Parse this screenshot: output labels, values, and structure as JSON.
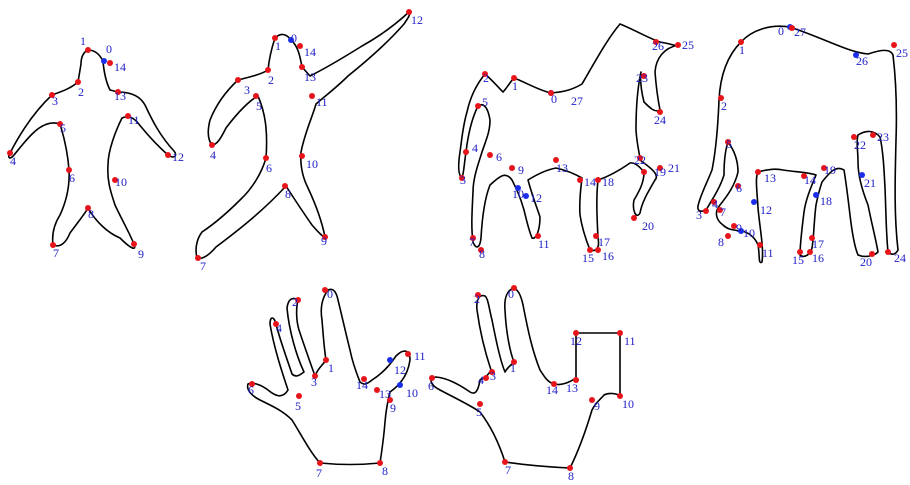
{
  "colors": {
    "outline": "#000000",
    "landmark": "#e8141c",
    "highlight": "#1a2ee8",
    "label": "#2020c8"
  },
  "figures": [
    {
      "name": "human-standing",
      "labels": [
        "0",
        "1",
        "2",
        "3",
        "4",
        "5",
        "6",
        "7",
        "8",
        "9",
        "10",
        "11",
        "12",
        "13",
        "14"
      ],
      "highlight": [
        0
      ]
    },
    {
      "name": "human-waving",
      "labels": [
        "0",
        "1",
        "2",
        "3",
        "4",
        "5",
        "6",
        "7",
        "8",
        "9",
        "10",
        "11",
        "12",
        "13",
        "14"
      ],
      "highlight": [
        0
      ]
    },
    {
      "name": "horse",
      "labels": [
        "0",
        "1",
        "2",
        "3",
        "4",
        "5",
        "6",
        "7",
        "8",
        "9",
        "10",
        "11",
        "12",
        "13",
        "14",
        "15",
        "16",
        "17",
        "18",
        "19",
        "20",
        "21",
        "22",
        "23",
        "24",
        "25",
        "26",
        "27"
      ],
      "highlight": [
        0,
        10,
        12
      ]
    },
    {
      "name": "elephant",
      "labels": [
        "0",
        "1",
        "2",
        "3",
        "4",
        "5",
        "6",
        "7",
        "8",
        "9",
        "10",
        "11",
        "12",
        "13",
        "14",
        "15",
        "16",
        "17",
        "18",
        "19",
        "20",
        "21",
        "22",
        "23",
        "24",
        "25",
        "26",
        "27"
      ],
      "highlight": [
        0,
        10,
        12,
        18,
        21,
        26
      ]
    },
    {
      "name": "hand-open",
      "labels": [
        "0",
        "1",
        "2",
        "3",
        "4",
        "5",
        "6",
        "7",
        "8",
        "9",
        "10",
        "11",
        "12",
        "13",
        "14"
      ],
      "highlight": [
        10,
        12
      ]
    },
    {
      "name": "hand-square",
      "labels": [
        "0",
        "1",
        "2",
        "3",
        "4",
        "5",
        "6",
        "7",
        "8",
        "9",
        "10",
        "11",
        "12",
        "13",
        "14"
      ],
      "highlight": []
    }
  ]
}
